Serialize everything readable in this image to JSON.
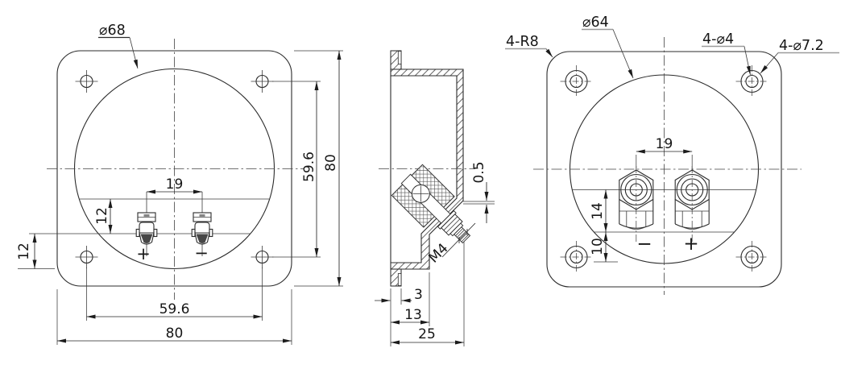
{
  "colors": {
    "background": "#ffffff",
    "line": "#2c2c2c",
    "text": "#161616",
    "leader_underline_gray": "#9b9b9b"
  },
  "front_view": {
    "label_diameter": "⌀68",
    "dim_terminal_spacing": "19",
    "dim_offset_upper": "12",
    "dim_offset_lower": "12",
    "dim_hole_spacing_bottom": "59.6",
    "dim_width_bottom": "80",
    "dim_hole_spacing_right": "59.6",
    "dim_height_right": "80",
    "label_plus": "+",
    "label_minus": "−"
  },
  "section_view": {
    "dim_lug_thickness": "0.5",
    "label_thread": "M4",
    "dim_panel_thickness": "3",
    "dim_step_depth": "13",
    "dim_total_depth": "25"
  },
  "back_view": {
    "label_corner_radius": "4-R8",
    "label_diameter": "⌀64",
    "label_holes_small": "4-⌀4",
    "label_holes_large": "4-⌀7.2",
    "dim_terminal_spacing": "19",
    "dim_terminal_offset": "14",
    "dim_label_offset": "10",
    "label_minus": "−",
    "label_plus": "+"
  }
}
